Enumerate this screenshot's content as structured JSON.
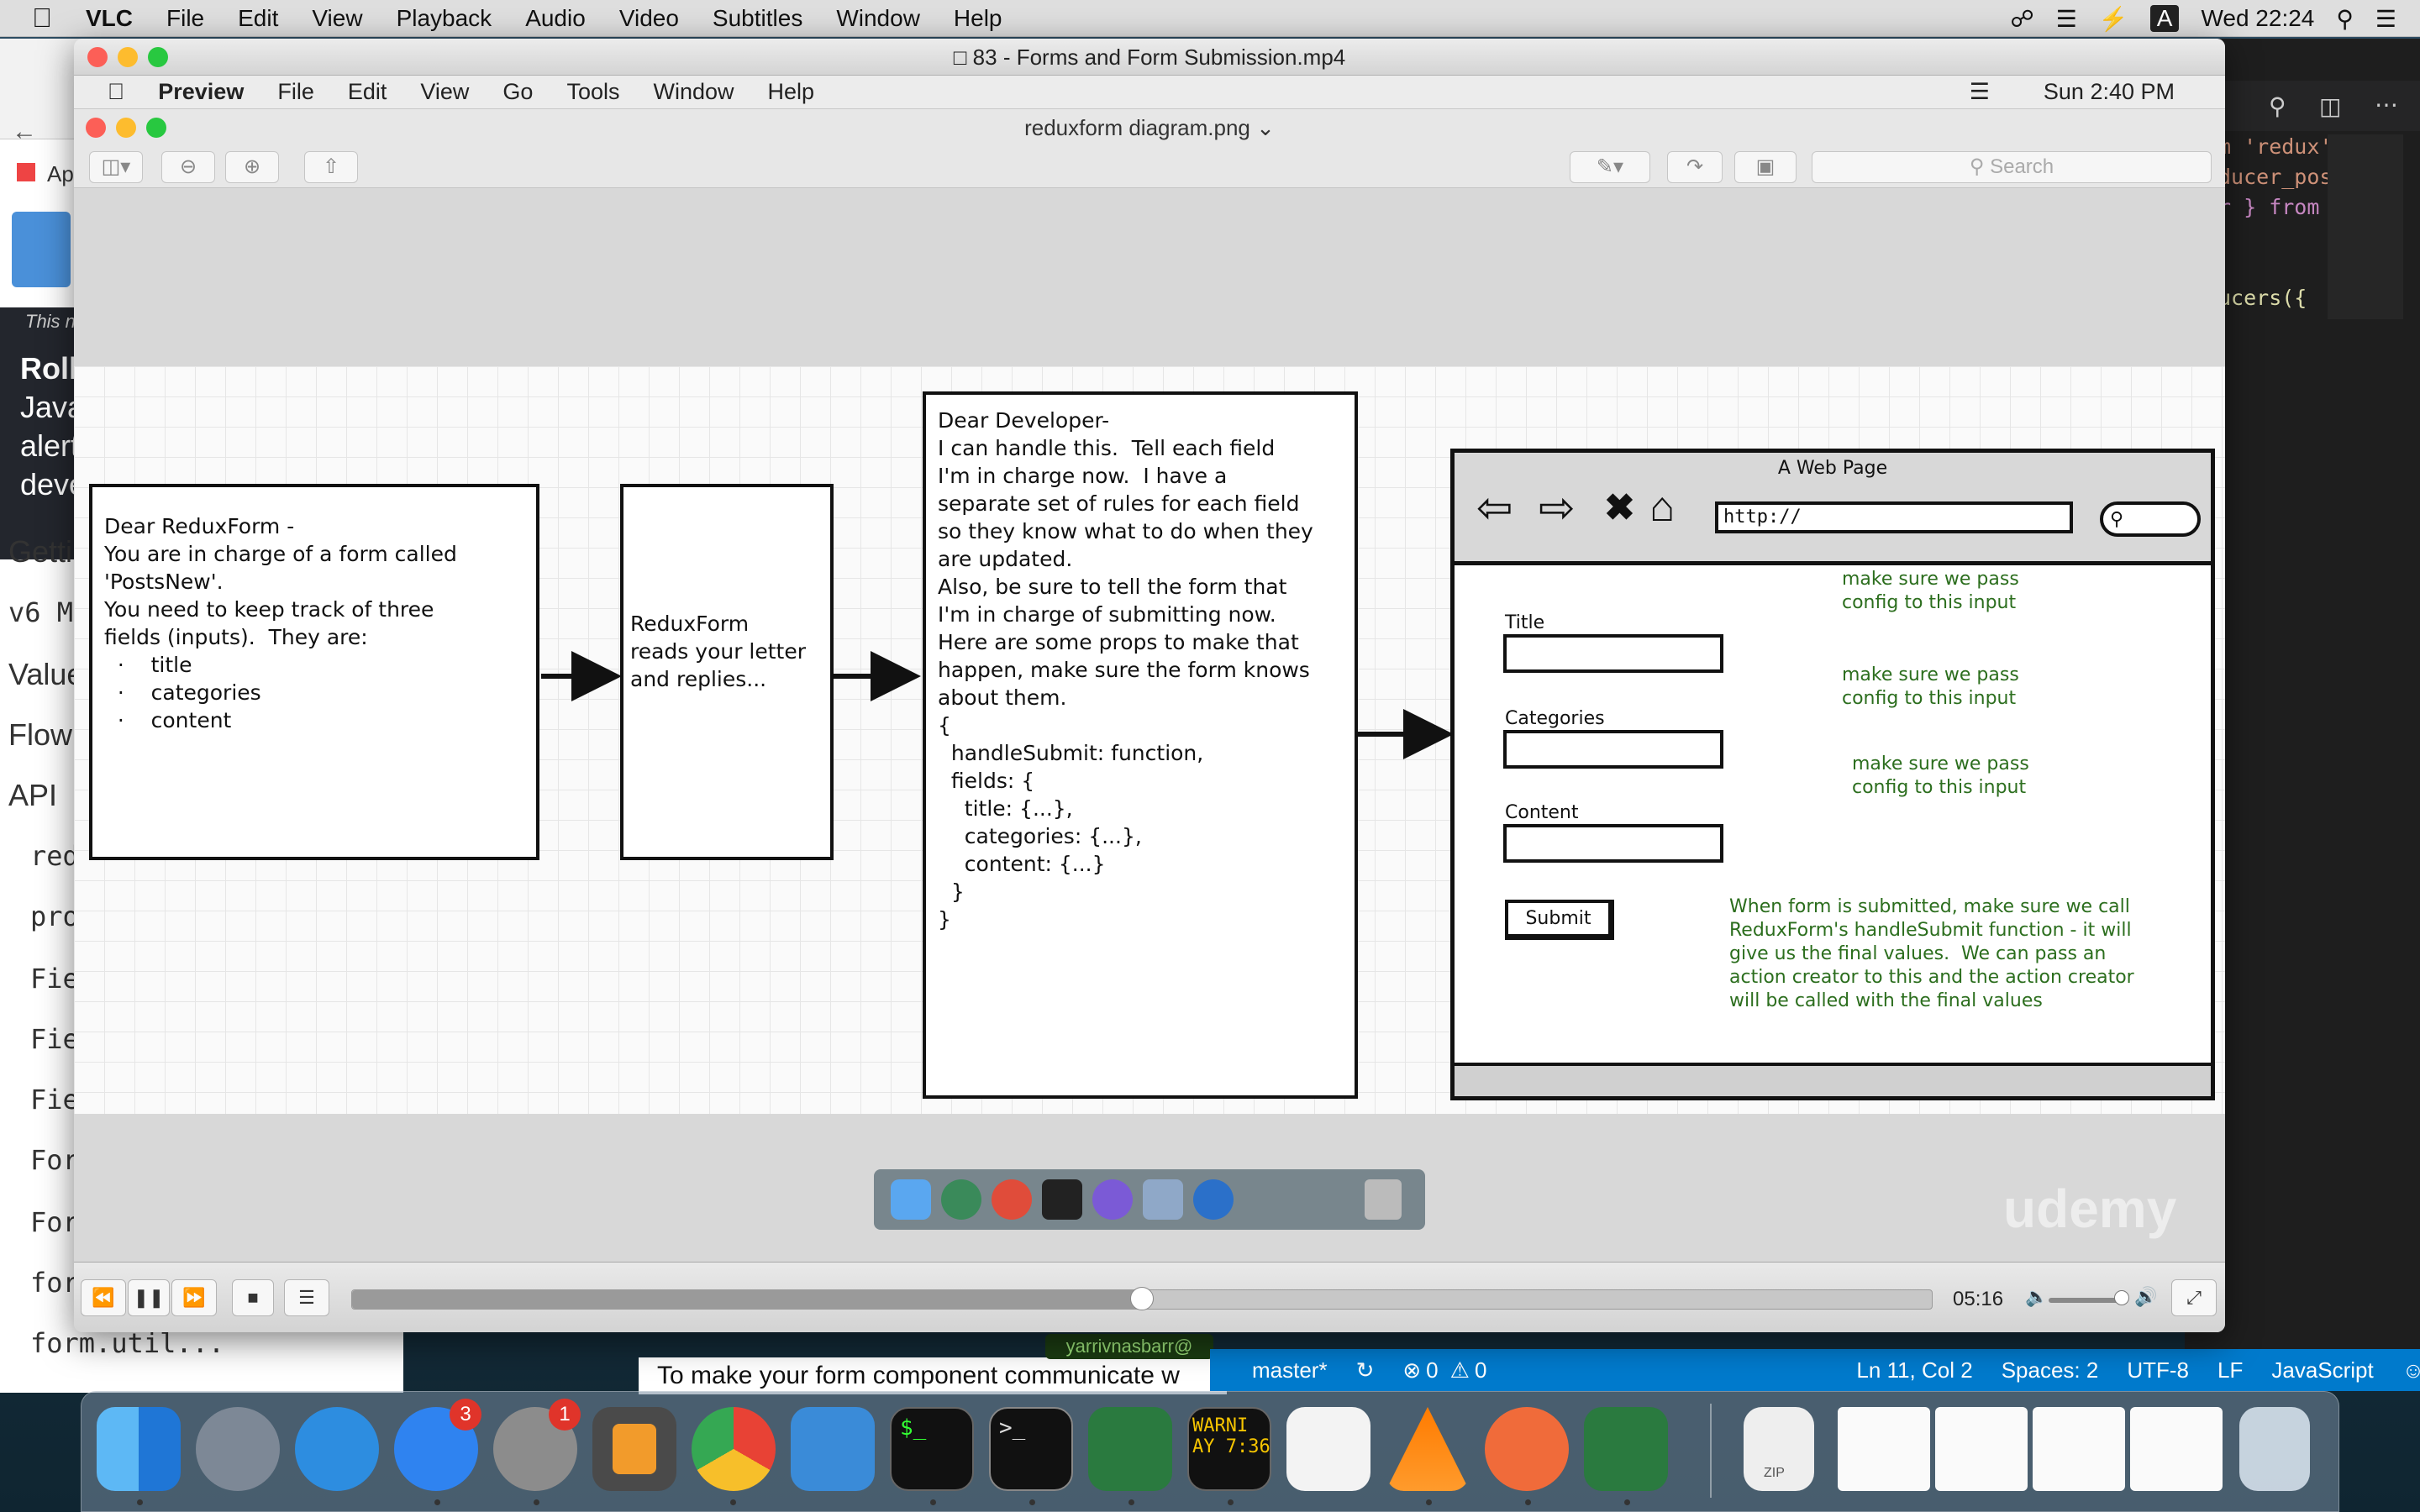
{
  "menubar": {
    "app": "VLC",
    "items": [
      "File",
      "Edit",
      "View",
      "Playback",
      "Audio",
      "Video",
      "Subtitles",
      "Window",
      "Help"
    ],
    "clock": "Wed 22:24",
    "input_source": "A"
  },
  "vlc": {
    "title": "83 - Forms and Form Submission.mp4",
    "time": "05:16",
    "progress": 0.5
  },
  "inner_menubar": {
    "app": "Preview",
    "items": [
      "File",
      "Edit",
      "View",
      "Go",
      "Tools",
      "Window",
      "Help"
    ],
    "clock": "Sun 2:40 PM"
  },
  "preview": {
    "title": "reduxform diagram.png",
    "search_placeholder": "Search"
  },
  "diagram": {
    "box1": [
      "Dear ReduxForm -",
      "",
      "You are in charge of a form called",
      "'PostsNew'.",
      "",
      "You need to keep track of three",
      "fields (inputs).  They are:",
      "  ·    title",
      "  ·    categories",
      "  ·    content"
    ],
    "box2": [
      "ReduxForm",
      "reads your letter",
      "and replies..."
    ],
    "box3": [
      "Dear Developer-",
      "",
      "I can handle this.  Tell each field",
      "I'm in charge now.  I have a",
      "separate set of rules for each field",
      "so they know what to do when they",
      "are updated.",
      "",
      "Also, be sure to tell the form that",
      "I'm in charge of submitting now.",
      "",
      "Here are some props to make that",
      "happen, make sure the form knows",
      "about them.",
      "",
      "{",
      "  handleSubmit: function,",
      "  fields: {",
      "    title: {...},",
      "    categories: {...},",
      "    content: {...}",
      "  }",
      "}"
    ],
    "webpage": {
      "title": "A Web Page",
      "url": "http://",
      "labels": [
        "Title",
        "Categories",
        "Content"
      ],
      "submit": "Submit",
      "notes": [
        "make sure we pass\nconfig to this input",
        "make sure we pass\nconfig to this input",
        "make sure we pass\nconfig to this input"
      ],
      "submit_note": "When form is submitted, make sure we call\nReduxForm's handleSubmit function - it will\ngive us the final values.  We can pass an\naction creator to this and the action creator\nwill be called with the final values"
    }
  },
  "watermark": "udemy",
  "editor": {
    "code": [
      "m 'redux'",
      "ducer_pos",
      "r } from",
      "",
      "",
      "ucers({"
    ],
    "status": {
      "branch": "master*",
      "errors": "0",
      "warnings": "0",
      "position": "Ln 11, Col 2",
      "spaces": "Spaces: 2",
      "encoding": "UTF-8",
      "eol": "LF",
      "language": "JavaScript"
    }
  },
  "browser": {
    "partial_texts": [
      "Ap",
      "This n",
      "Roll",
      "Java",
      "alert",
      "deve",
      "Getti",
      "v6 M",
      "Value",
      "Flow",
      "API",
      "red",
      "pro",
      "Fie",
      "Fie",
      "Fie",
      "For",
      "For",
      "for",
      "form.util..."
    ],
    "caption": "To make your form component communicate w"
  },
  "dock": {
    "badges": {
      "appstore": "3",
      "preferences": "1"
    },
    "terminal_warning": [
      "WARNI",
      "AY 7:36"
    ],
    "zip_label": "ZIP",
    "toast": "yarrivnasbarr@"
  }
}
